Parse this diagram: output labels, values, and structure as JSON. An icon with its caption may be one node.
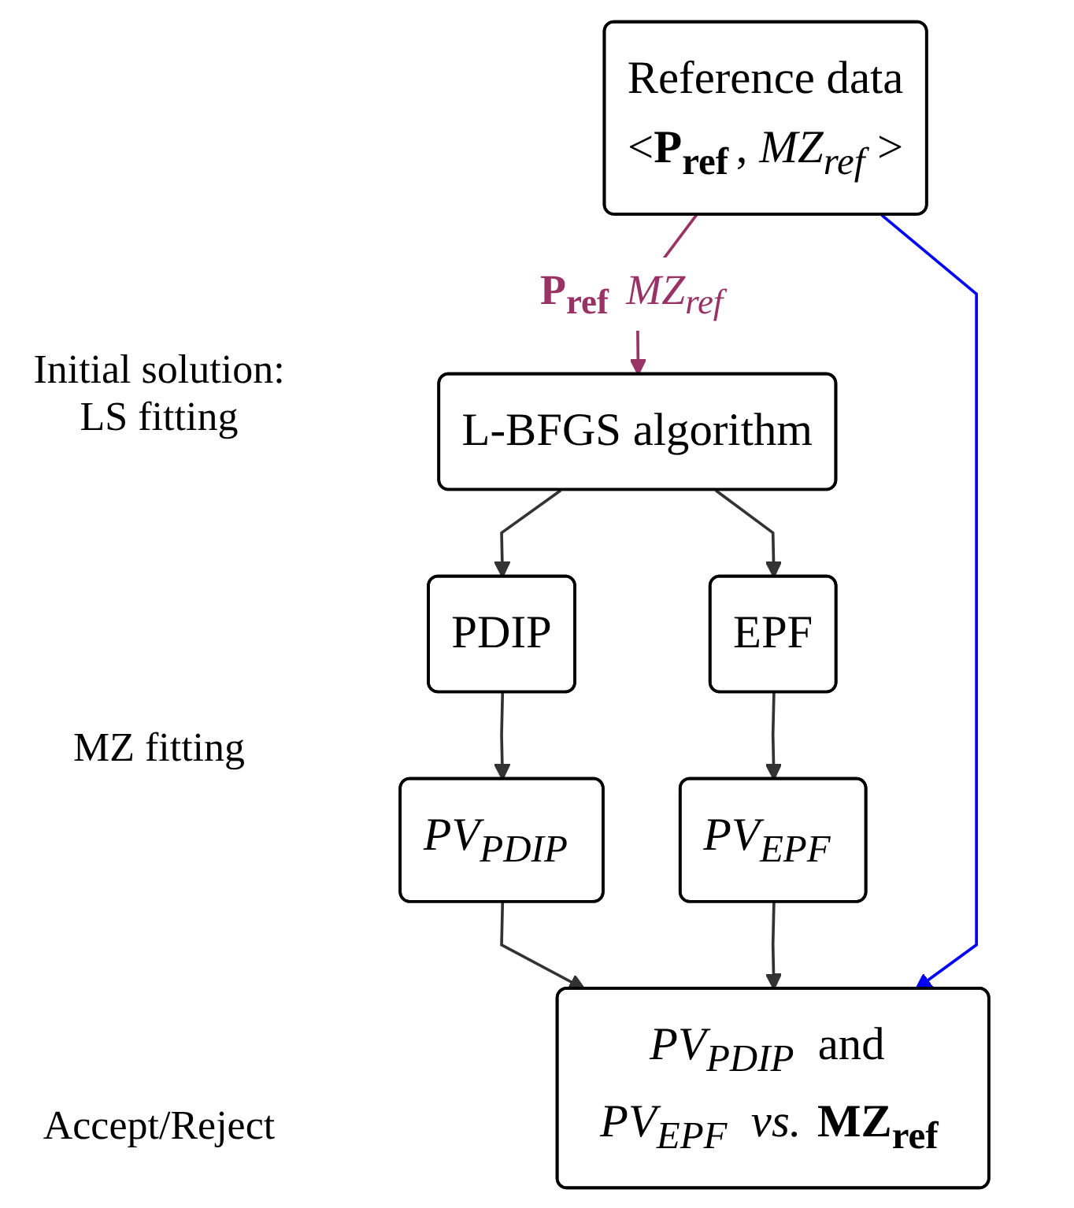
{
  "diagram": {
    "nodes": [
      {
        "text": [
          "Reference data",
          "<**P$_{ref}$**, *MZ$_{ref}$*>"
        ]
      },
      {
        "text": [
          "L-BFGS algorithm"
        ]
      },
      {
        "text": [
          "PDIP"
        ]
      },
      {
        "text": [
          "EPF"
        ]
      },
      {
        "text": [
          "*PV$_{PDIP}$*"
        ]
      },
      {
        "text": [
          "*PV$_{EPF}$*"
        ]
      },
      {
        "text": [
          "*PV$_{PDIP}$* and *PV$_{EPF}$* *vs.* **MZ$_{ref}$**"
        ]
      }
    ],
    "edges": [
      {
        "from": 0,
        "to": 1,
        "arrow": "to",
        "label": "**P$_{ref}$** *MZ$_{ref}$*",
        "color": "#993366"
      },
      {
        "from": 1,
        "to": 2,
        "arrow": "to"
      },
      {
        "from": 1,
        "to": 3,
        "arrow": "to"
      },
      {
        "from": 2,
        "to": 4,
        "arrow": "to"
      },
      {
        "from": 3,
        "to": 5,
        "arrow": "to"
      },
      {
        "from": 4,
        "to": 6,
        "arrow": "to"
      },
      {
        "from": 5,
        "to": 6,
        "arrow": "to"
      },
      {
        "from": 0,
        "to": 6,
        "arrow": "to",
        "color": "#0000ff"
      }
    ],
    "labels": [
      "Initial solution: LS fitting",
      "MZ fitting",
      "Accept/Reject"
    ]
  }
}
